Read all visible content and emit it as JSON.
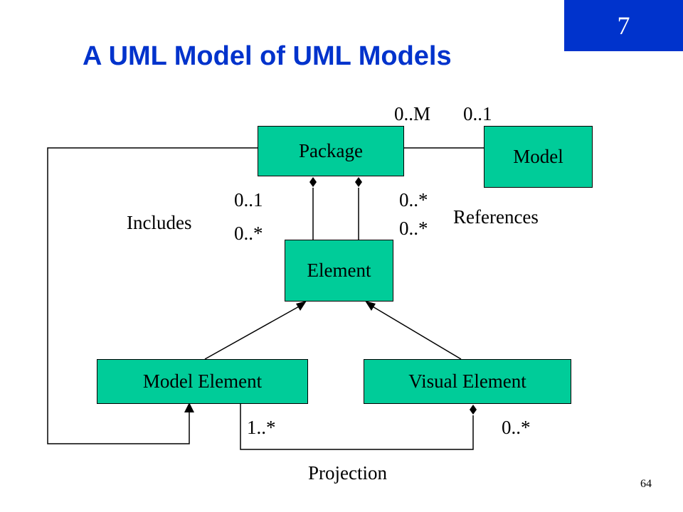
{
  "slide": {
    "number_badge": "7",
    "title": "A UML Model of UML Models",
    "page_number": "64",
    "colors": {
      "badge": "#0033cc",
      "title": "#0033cc",
      "box_fill": "#00cc99"
    }
  },
  "diagram": {
    "boxes": {
      "package": "Package",
      "model": "Model",
      "element": "Element",
      "model_element": "Model Element",
      "visual_element": "Visual Element"
    },
    "labels": {
      "mult_0_M": "0..M",
      "mult_model_0_1": "0..1",
      "mult_includes_top": "0..1",
      "mult_includes_bottom": "0..*",
      "mult_references_top": "0..*",
      "mult_references_bottom": "0..*",
      "includes": "Includes",
      "references": "References",
      "mult_projection_left": "1..*",
      "mult_projection_right": "0..*",
      "projection": "Projection"
    }
  }
}
